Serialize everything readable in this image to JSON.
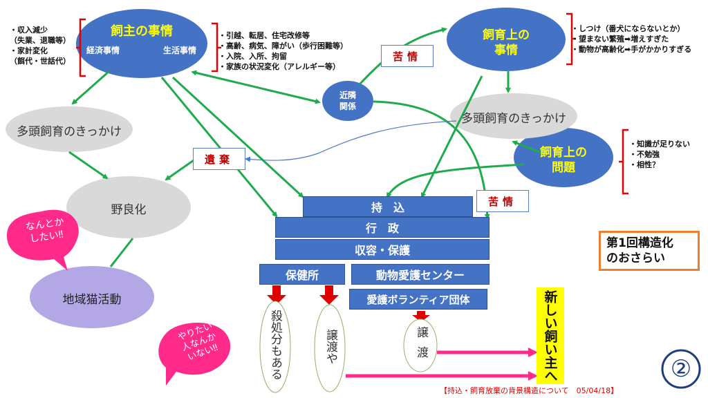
{
  "owner_circumstances": {
    "title": "飼主の事情",
    "economic": "経済事情",
    "life": "生活事情",
    "economic_notes": "・収入減少\n（失業、退職等）\n・家計変化\n（餌代・世話代）",
    "life_notes": "・引越、転居、住宅改修等\n・高齢、病気、障がい（歩行困難等）\n・入院、入所、拘留\n・家族の状況変化（アレルギー等）"
  },
  "breeding_circumstances": {
    "title_line1": "飼育上の",
    "title_line2": "事情",
    "notes": "・しつけ（番犬にならないとか）\n・望まない繁殖➡増えすぎた\n・動物が高齢化➡手がかかりすぎる"
  },
  "breeding_problems": {
    "title_line1": "飼育上の",
    "title_line2": "問題",
    "notes": "・知識が足りない\n・不勉強\n・相性？"
  },
  "neighbors": {
    "line1": "近隣",
    "line2": "関係"
  },
  "complaint_top": "苦情",
  "complaint_bottom": "苦情",
  "abandon": "遺棄",
  "multi_left": "多頭飼育のきっかけ",
  "multi_right": "多頭飼育のきっかけ",
  "feral": "野良化",
  "community_cat": "地域猫活動",
  "bubble_left": "なんとか\nしたい‼",
  "bubble_bottom": "やりたい\n人なんか\nいない‼",
  "bars": {
    "bring_in": "持　込",
    "administration": "行　政",
    "shelter": "収容・保護",
    "health_center": "保健所",
    "animal_center": "動物愛護センター",
    "volunteer": "愛護ボランティア団体"
  },
  "outcomes": {
    "euthanasia": "殺処分もある",
    "transfer_left": "譲渡や",
    "transfer_right": "譲渡"
  },
  "new_owner": "新しい飼い主へ",
  "review_box": "第1回構造化\nのおさらい",
  "footer": "【持込・飼育放棄の背景構造について　05/04/18】",
  "page_number": "②",
  "colors": {
    "blue": "#4472c4",
    "green": "#1faa4b",
    "red_bracket": "#e00000",
    "gray": "#d9d9d9",
    "purple": "#b4a7e5",
    "pink": "#ff2a8a",
    "yellow": "#ffff00",
    "orange_border": "#ed7d31"
  }
}
